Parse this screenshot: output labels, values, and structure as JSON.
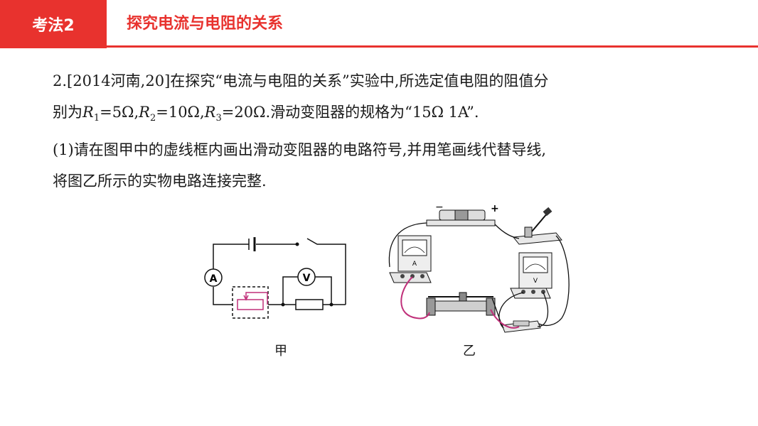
{
  "header": {
    "tag": "考法2",
    "title": "探究电流与电阻的关系"
  },
  "problem": {
    "line1": "2.[2014河南,20]在探究“电流与电阻的关系”实验中,所选定值电阻的阻值分",
    "line2_prefix": "别为",
    "r1_symbol": "R",
    "r1_sub": "1",
    "r1_value": "=5Ω,",
    "r2_symbol": "R",
    "r2_sub": "2",
    "r2_value": "=10Ω,",
    "r3_symbol": "R",
    "r3_sub": "3",
    "r3_value": "=20Ω.",
    "line2_suffix": "滑动变阻器的规格为“15Ω  1A”.",
    "line3": "(1)请在图甲中的虚线框内画出滑动变阻器的电路符号,并用笔画线代替导线,",
    "line4": "将图乙所示的实物电路连接完整."
  },
  "figures": {
    "jia": {
      "caption": "甲",
      "ammeter_letter": "A",
      "voltmeter_letter": "V"
    },
    "yi": {
      "caption": "乙",
      "battery_minus": "−",
      "battery_plus": "+",
      "ammeter_letter": "A",
      "voltmeter_letter": "V"
    }
  },
  "colors": {
    "accent": "#e8322e",
    "highlight_wire": "#c0307a"
  }
}
